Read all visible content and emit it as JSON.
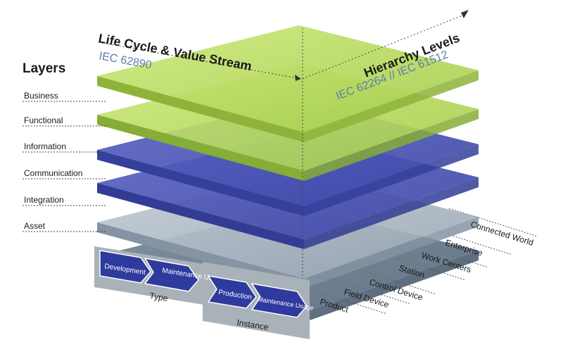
{
  "layers_heading": "Layers",
  "layers": [
    {
      "label": "Business",
      "color": "#b5d65a",
      "edge": "#8fb33a"
    },
    {
      "label": "Functional",
      "color": "#a9cf55",
      "edge": "#86ad36"
    },
    {
      "label": "Information",
      "color": "#4a55b4",
      "edge": "#34409a"
    },
    {
      "label": "Communication",
      "color": "#4750b0",
      "edge": "#333c94"
    },
    {
      "label": "Integration",
      "color": "#aab6c2",
      "edge": "#8593a2"
    },
    {
      "label": "Asset",
      "color": "#5f7282",
      "edge": "#44566a"
    }
  ],
  "axis_lifecycle": {
    "title": "Life Cycle & Value Stream",
    "standard": "IEC 62890"
  },
  "axis_hierarchy": {
    "title": "Hierarchy Levels",
    "standard": "IEC 62264 // IEC 61512"
  },
  "hierarchy_levels": [
    "Connected World",
    "Enterprise",
    "Work Centers",
    "Station",
    "Control Device",
    "Field Device",
    "Product"
  ],
  "type_group": {
    "label": "Type",
    "steps": [
      "Development",
      "Maintenance Usage"
    ]
  },
  "instance_group": {
    "label": "Instance",
    "steps": [
      "Production",
      "Maintenance Usage"
    ]
  },
  "colors": {
    "arrow_blue": "#2f3a9e",
    "band_gray": "#a9b1b9",
    "text_dark": "#1a1a1a",
    "standard_blue": "#5a7ea8"
  }
}
